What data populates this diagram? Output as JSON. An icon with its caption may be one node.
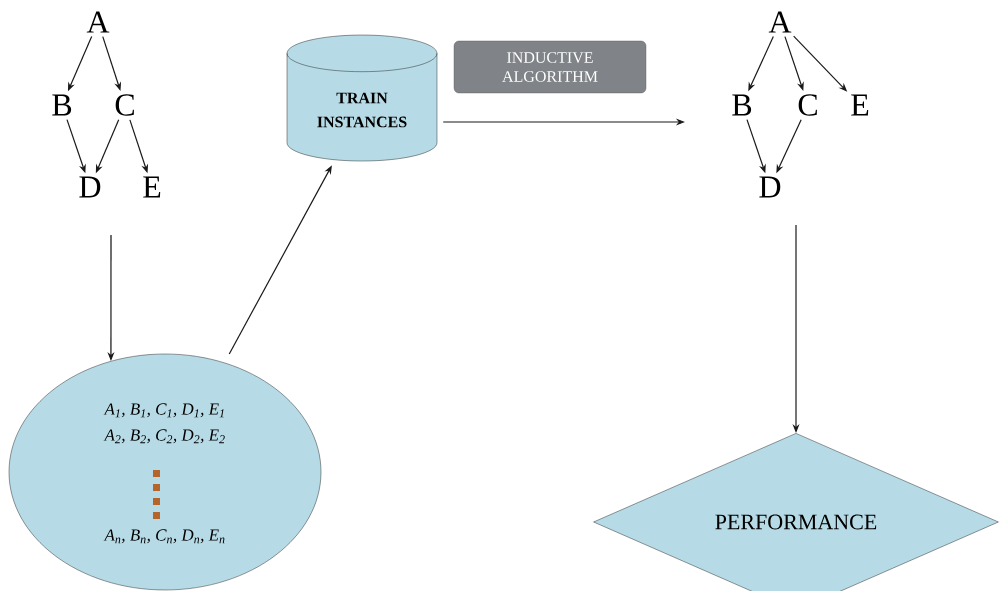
{
  "diagram": {
    "nodes": [
      {
        "text": [
          "A"
        ]
      },
      {
        "text": [
          "B"
        ]
      },
      {
        "text": [
          "C"
        ]
      },
      {
        "text": [
          "D"
        ]
      },
      {
        "text": [
          "E"
        ]
      },
      {
        "text": [
          "A$_{1}$, B$_{1}$, C$_{1}$, D$_{1}$, E$_{1}$",
          "A$_{2}$, B$_{2}$, C$_{2}$, D$_{2}$, E$_{2}$",
          "A$_{n}$, B$_{n}$, C$_{n}$, D$_{n}$, E$_{n}$"
        ]
      },
      {
        "text": [
          "TRAIN INSTANCES"
        ]
      },
      {
        "text": [
          "INDUCTIVE ALGORITHM"
        ]
      },
      {
        "text": [
          "A"
        ]
      },
      {
        "text": [
          "B"
        ]
      },
      {
        "text": [
          "C"
        ]
      },
      {
        "text": [
          "E"
        ]
      },
      {
        "text": [
          "D"
        ]
      },
      {
        "text": [
          "PERFORMANCE"
        ]
      }
    ],
    "edges": [
      {
        "from": 0,
        "to": 1,
        "arrow": "to"
      },
      {
        "from": 0,
        "to": 2,
        "arrow": "to"
      },
      {
        "from": 1,
        "to": 3,
        "arrow": "to"
      },
      {
        "from": 2,
        "to": 3,
        "arrow": "to"
      },
      {
        "from": 2,
        "to": 4,
        "arrow": "to"
      },
      {
        "from": null,
        "to": 5,
        "arrow": "to"
      },
      {
        "from": 5,
        "to": 6,
        "arrow": "to"
      },
      {
        "from": 6,
        "to": null,
        "arrow": "to"
      },
      {
        "from": 8,
        "to": 9,
        "arrow": "to"
      },
      {
        "from": 8,
        "to": 10,
        "arrow": "to"
      },
      {
        "from": 8,
        "to": 11,
        "arrow": "to"
      },
      {
        "from": 9,
        "to": 12,
        "arrow": "to"
      },
      {
        "from": 10,
        "to": 12,
        "arrow": "to"
      },
      {
        "from": null,
        "to": 13,
        "arrow": "to"
      }
    ]
  }
}
